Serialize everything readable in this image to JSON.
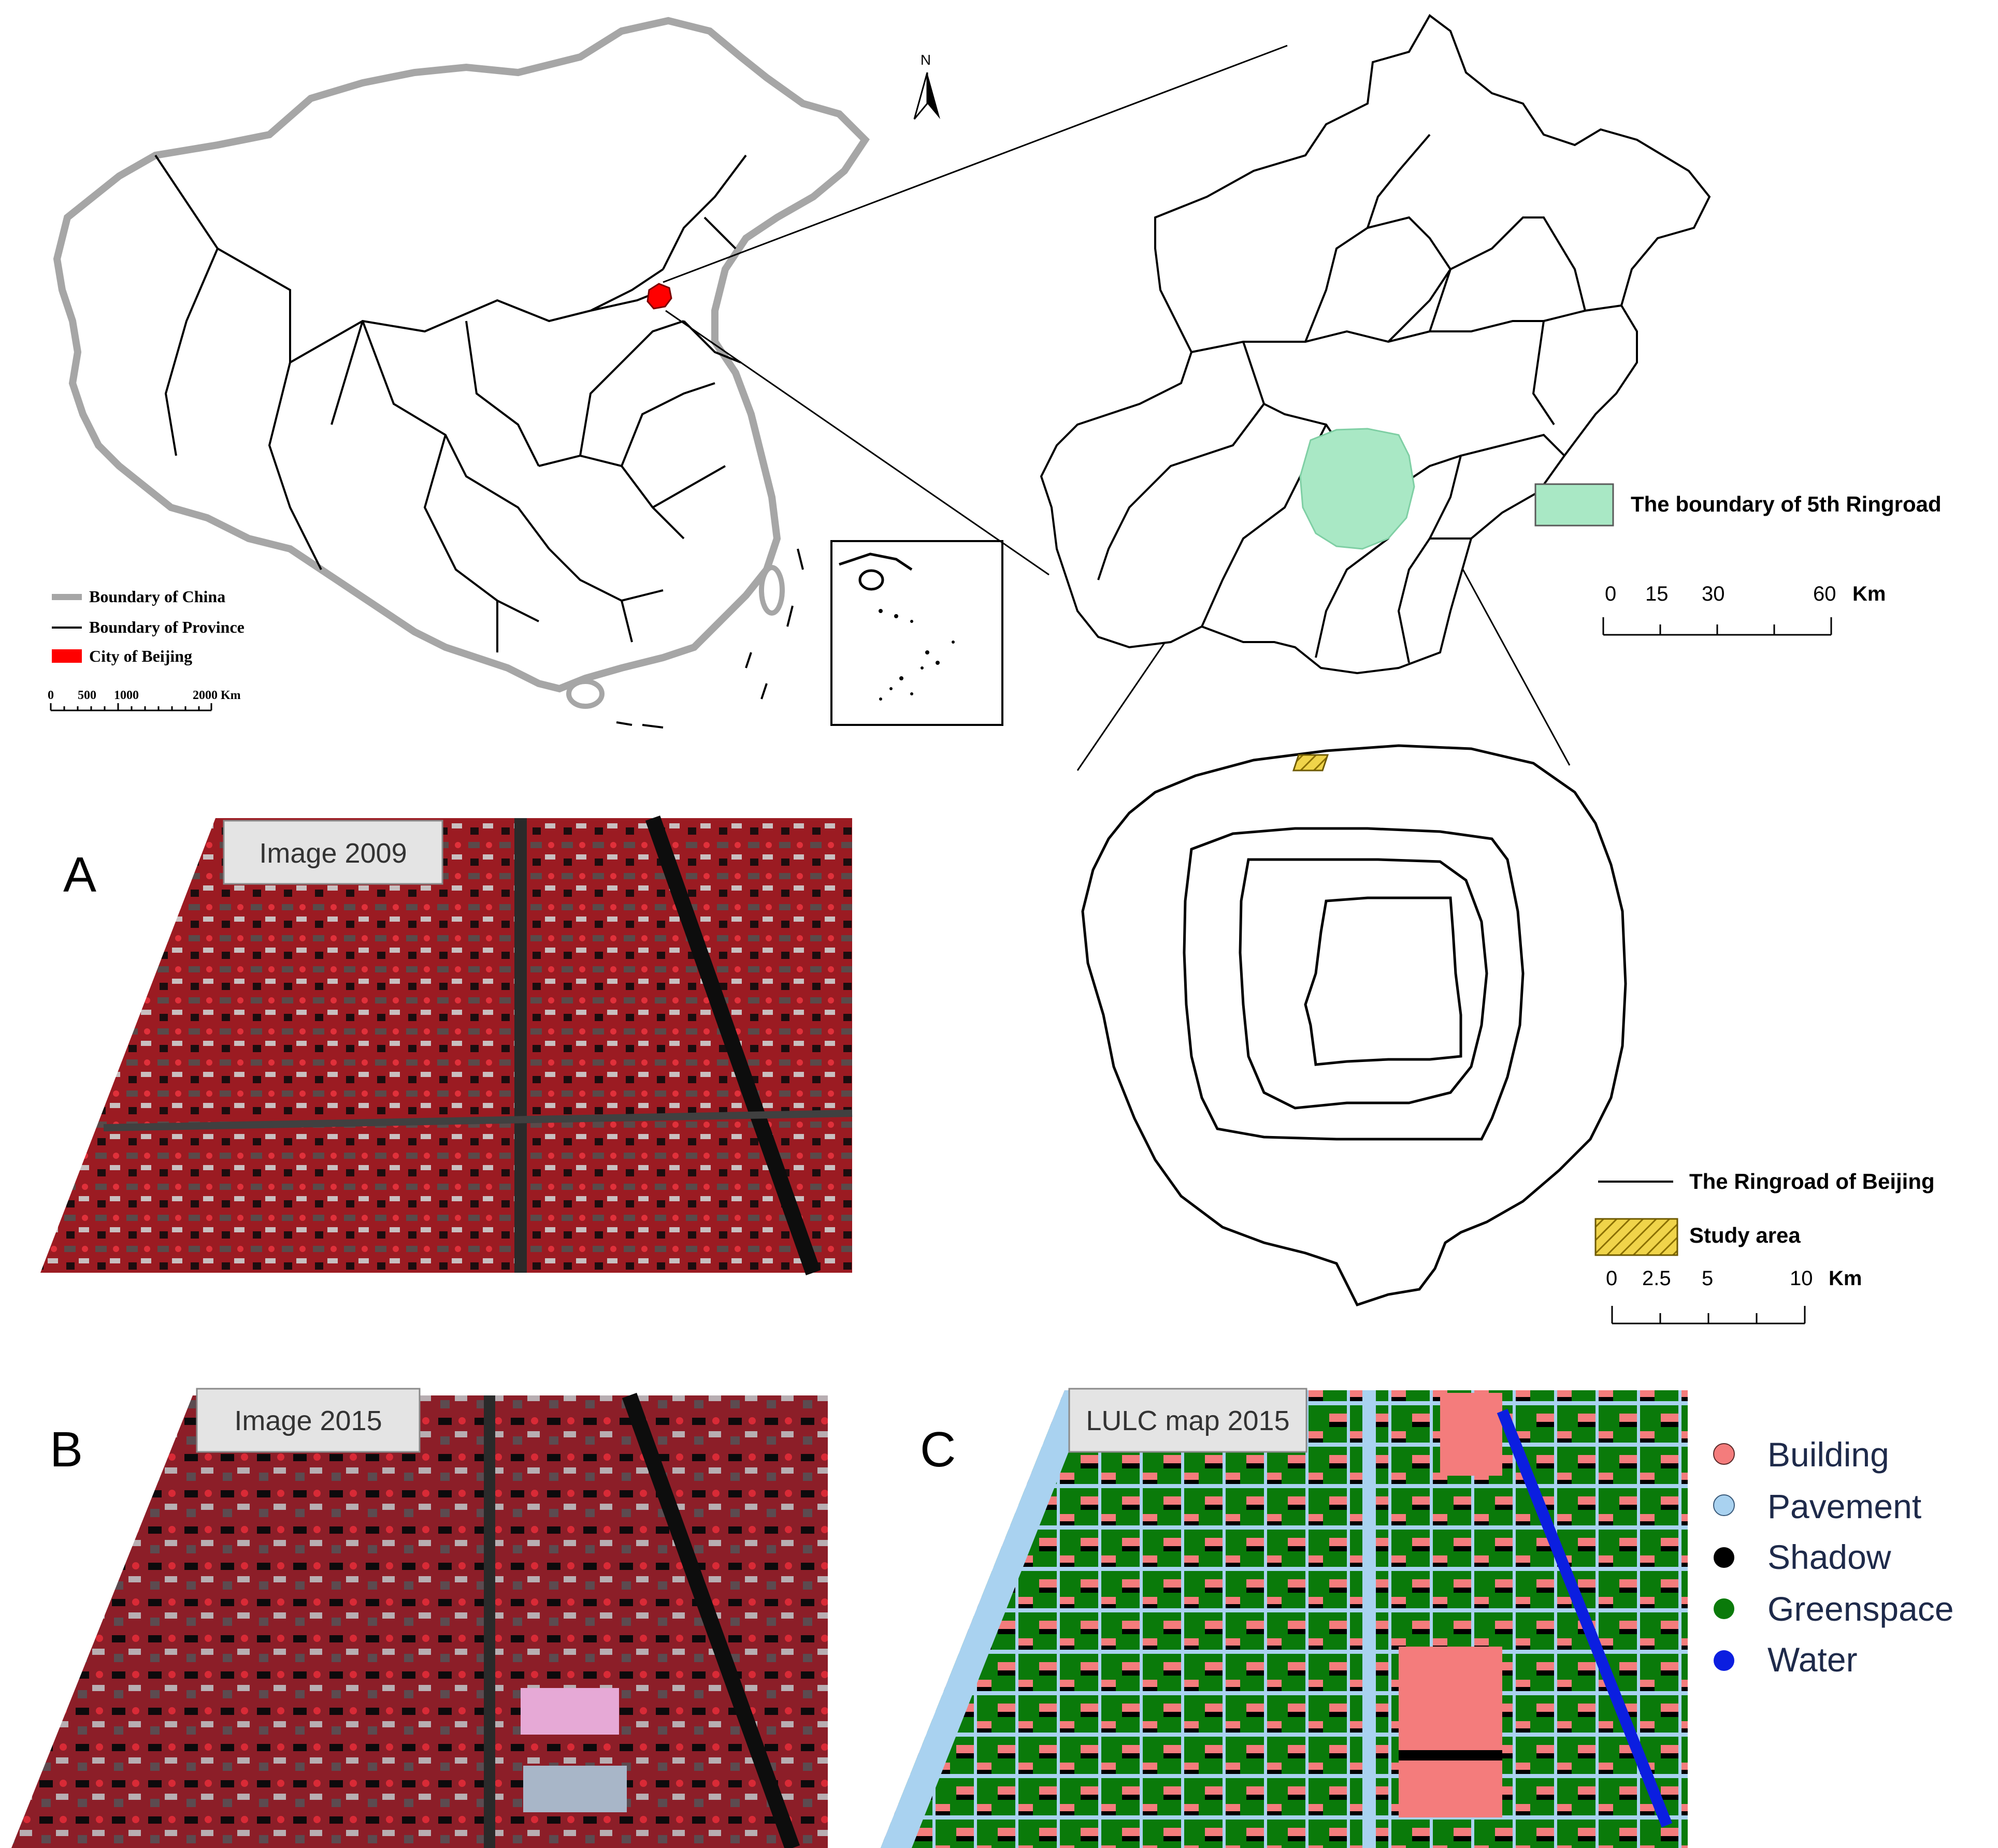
{
  "china_legend": {
    "items": [
      {
        "label": "Boundary of China",
        "color": "#9e9e9e"
      },
      {
        "label": "Boundary of Province",
        "color": "#000000"
      },
      {
        "label": "City of Beijing",
        "color": "#ff0000"
      }
    ],
    "scale": {
      "ticks": [
        "0",
        "500",
        "1000",
        "2000 Km"
      ]
    }
  },
  "north_arrow": {
    "label": "N"
  },
  "beijing_legend": {
    "item": {
      "label": "The boundary of 5th Ringroad",
      "color": "#a9e8c5"
    },
    "scale": {
      "ticks": [
        "0",
        "15",
        "30",
        "60"
      ],
      "unit": "Km"
    }
  },
  "ringroad_legend": {
    "items": [
      {
        "label": "The Ringroad of Beijing"
      },
      {
        "label": "Study area",
        "color": "#e8c21e"
      }
    ],
    "scale": {
      "ticks": [
        "0",
        "2.5",
        "5",
        "10"
      ],
      "unit": "Km"
    }
  },
  "panels": {
    "a": {
      "letter": "A",
      "caption": "Image 2009"
    },
    "b": {
      "letter": "B",
      "caption": "Image 2015"
    },
    "c": {
      "letter": "C",
      "caption": "LULC map 2015"
    }
  },
  "lulc_legend": {
    "items": [
      {
        "label": "Building",
        "color": "#f47c7c"
      },
      {
        "label": "Pavement",
        "color": "#a9d2f0"
      },
      {
        "label": "Shadow",
        "color": "#000000"
      },
      {
        "label": "Greenspace",
        "color": "#0a7a0a"
      },
      {
        "label": "Water",
        "color": "#0b1ee0"
      }
    ]
  }
}
